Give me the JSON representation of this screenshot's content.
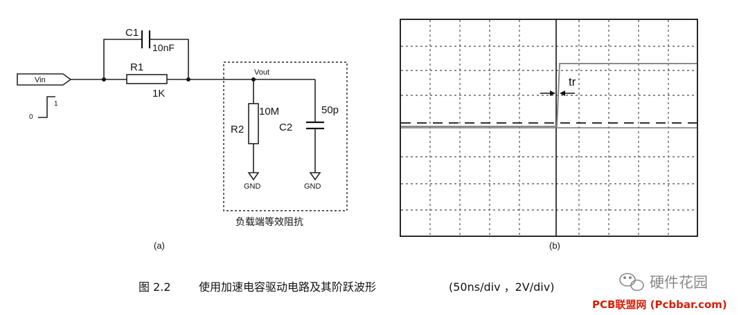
{
  "circuit": {
    "input_label": "Vin",
    "step_low": "0",
    "step_high": "1",
    "c1_name": "C1",
    "c1_value": "10nF",
    "r1_name": "R1",
    "r1_value": "1K",
    "vout_label": "Vout",
    "r2_value": "10M",
    "r2_name": "R2",
    "c2_value": "50p",
    "c2_name": "C2",
    "gnd_left": "GND",
    "gnd_right": "GND",
    "load_box_caption": "负载端等效阻抗",
    "sublabel": "(a)"
  },
  "scope": {
    "rise_time_label": "tr",
    "sublabel": "(b)"
  },
  "figure": {
    "number": "图 2.2",
    "title": "使用加速电容驱动电路及其阶跃波形",
    "scale": "(50ns/div ，2V/div)"
  },
  "watermark": {
    "brand": "硬件花园",
    "site": "PCB联盟网 (Pcbbar.com)"
  },
  "colors": {
    "ink": "#111111",
    "site_red": "#d81e06",
    "watermark_gray": "#888888"
  }
}
